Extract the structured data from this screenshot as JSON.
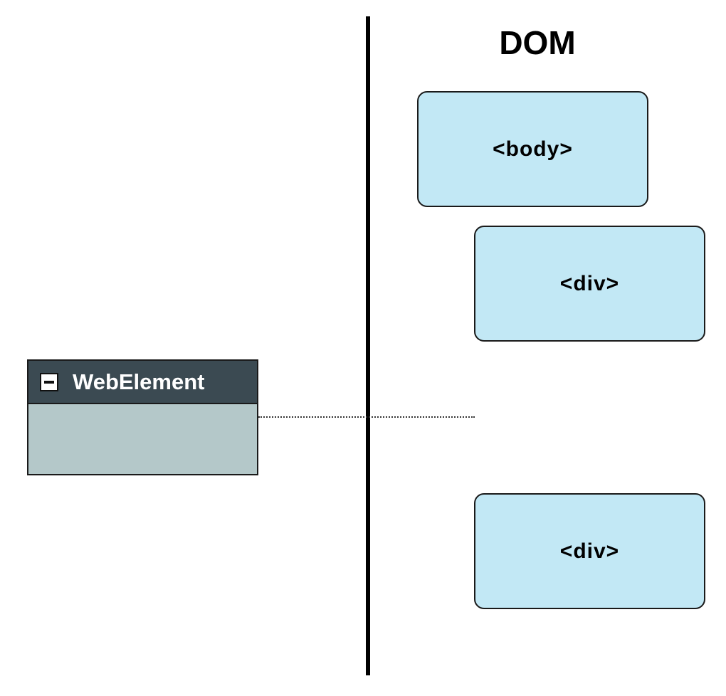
{
  "dom": {
    "title": "DOM",
    "nodes": [
      {
        "tag": "<body>"
      },
      {
        "tag": "<div>"
      },
      {
        "tag": "<div>"
      }
    ]
  },
  "web_element": {
    "title": "WebElement",
    "icon": "collapse-minus-icon"
  },
  "colors": {
    "dom_node_fill": "#c2e8f5",
    "web_element_header": "#3b4a52",
    "web_element_body": "#b4c8c9"
  }
}
